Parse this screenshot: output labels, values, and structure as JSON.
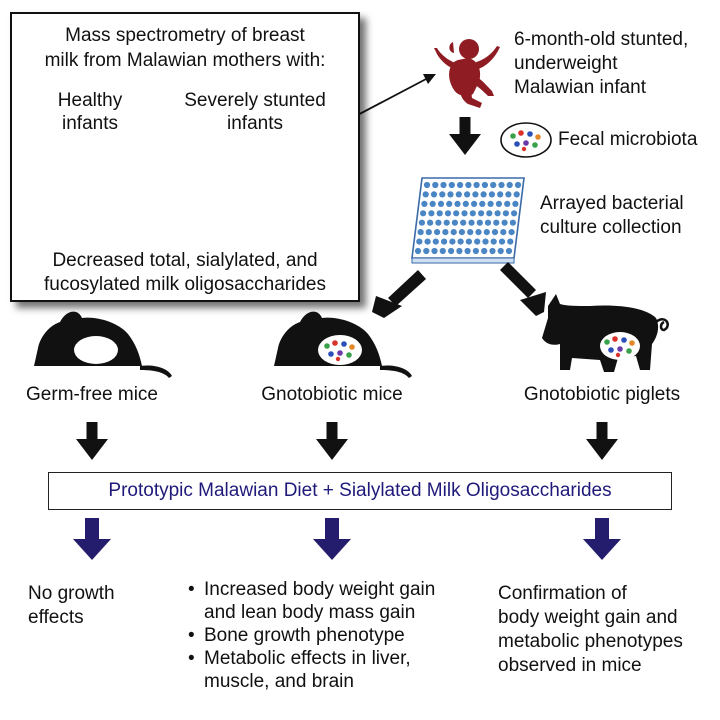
{
  "study_box": {
    "title_line1": "Mass spectrometry of breast",
    "title_line2": "milk from Malawian mothers with:",
    "healthy_line1": "Healthy",
    "healthy_line2": "infants",
    "stunted_line1": "Severely stunted",
    "stunted_line2": "infants",
    "result_line1": "Decreased total, sialylated, and",
    "result_line2": "fucosylated milk oligosaccharides"
  },
  "donor": {
    "line1": "6-month-old stunted,",
    "line2": "underweight",
    "line3": "Malawian infant"
  },
  "fecal_label": "Fecal microbiota",
  "culture": {
    "line1": "Arrayed bacterial",
    "line2": "culture collection"
  },
  "models": {
    "germ_free": "Germ-free mice",
    "gnoto_mice": "Gnotobiotic mice",
    "gnoto_piglets": "Gnotobiotic piglets"
  },
  "diet_label": "Prototypic Malawian Diet + Sialylated Milk Oligosaccharides",
  "outcomes": {
    "germ_free": {
      "line1": "No growth",
      "line2": "effects"
    },
    "mice": {
      "b1_line1": "Increased body weight gain",
      "b1_line2": "and lean body mass gain",
      "b2": "Bone growth phenotype",
      "b3_line1": "Metabolic effects in liver,",
      "b3_line2": "muscle, and brain"
    },
    "piglets": {
      "line1": "Confirmation of",
      "line2": "body weight gain and",
      "line3": "metabolic phenotypes",
      "line4": "observed in mice"
    }
  },
  "colors": {
    "healthy_infant": "#2e2784",
    "stunted_infant": "#8e1c22",
    "black_arrow": "#111111",
    "navy_arrow": "#241d6e",
    "diet_text": "#1f1a7a",
    "plate_well": "#4a86c4",
    "animal": "#111111"
  },
  "icons": {
    "infant": "baby-crawling-icon",
    "microbiota": "bacteria-petri-icon",
    "plate": "96-well-plate-icon",
    "mouse": "mouse-silhouette-icon",
    "piglet": "pig-silhouette-icon"
  }
}
